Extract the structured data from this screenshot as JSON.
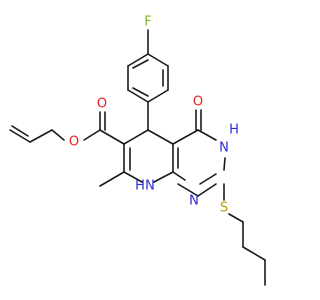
{
  "colors": {
    "bond": "#1a1a1a",
    "carbon": "#1a1a1a",
    "oxygen": "#ee1c1c",
    "nitrogen": "#2a2ad0",
    "sulfur": "#b4a000",
    "fluorine": "#7dbb2e"
  },
  "labels": {
    "fluorine": "F",
    "ester_oxygen": "O",
    "carbonyl_oxygen": "O",
    "ketone_oxygen": "O",
    "n_h_bottom": "H",
    "n_bottom": "N",
    "n_h_right": "H",
    "n_right": "N",
    "n_lower_right": "N",
    "sulfur": "S"
  }
}
